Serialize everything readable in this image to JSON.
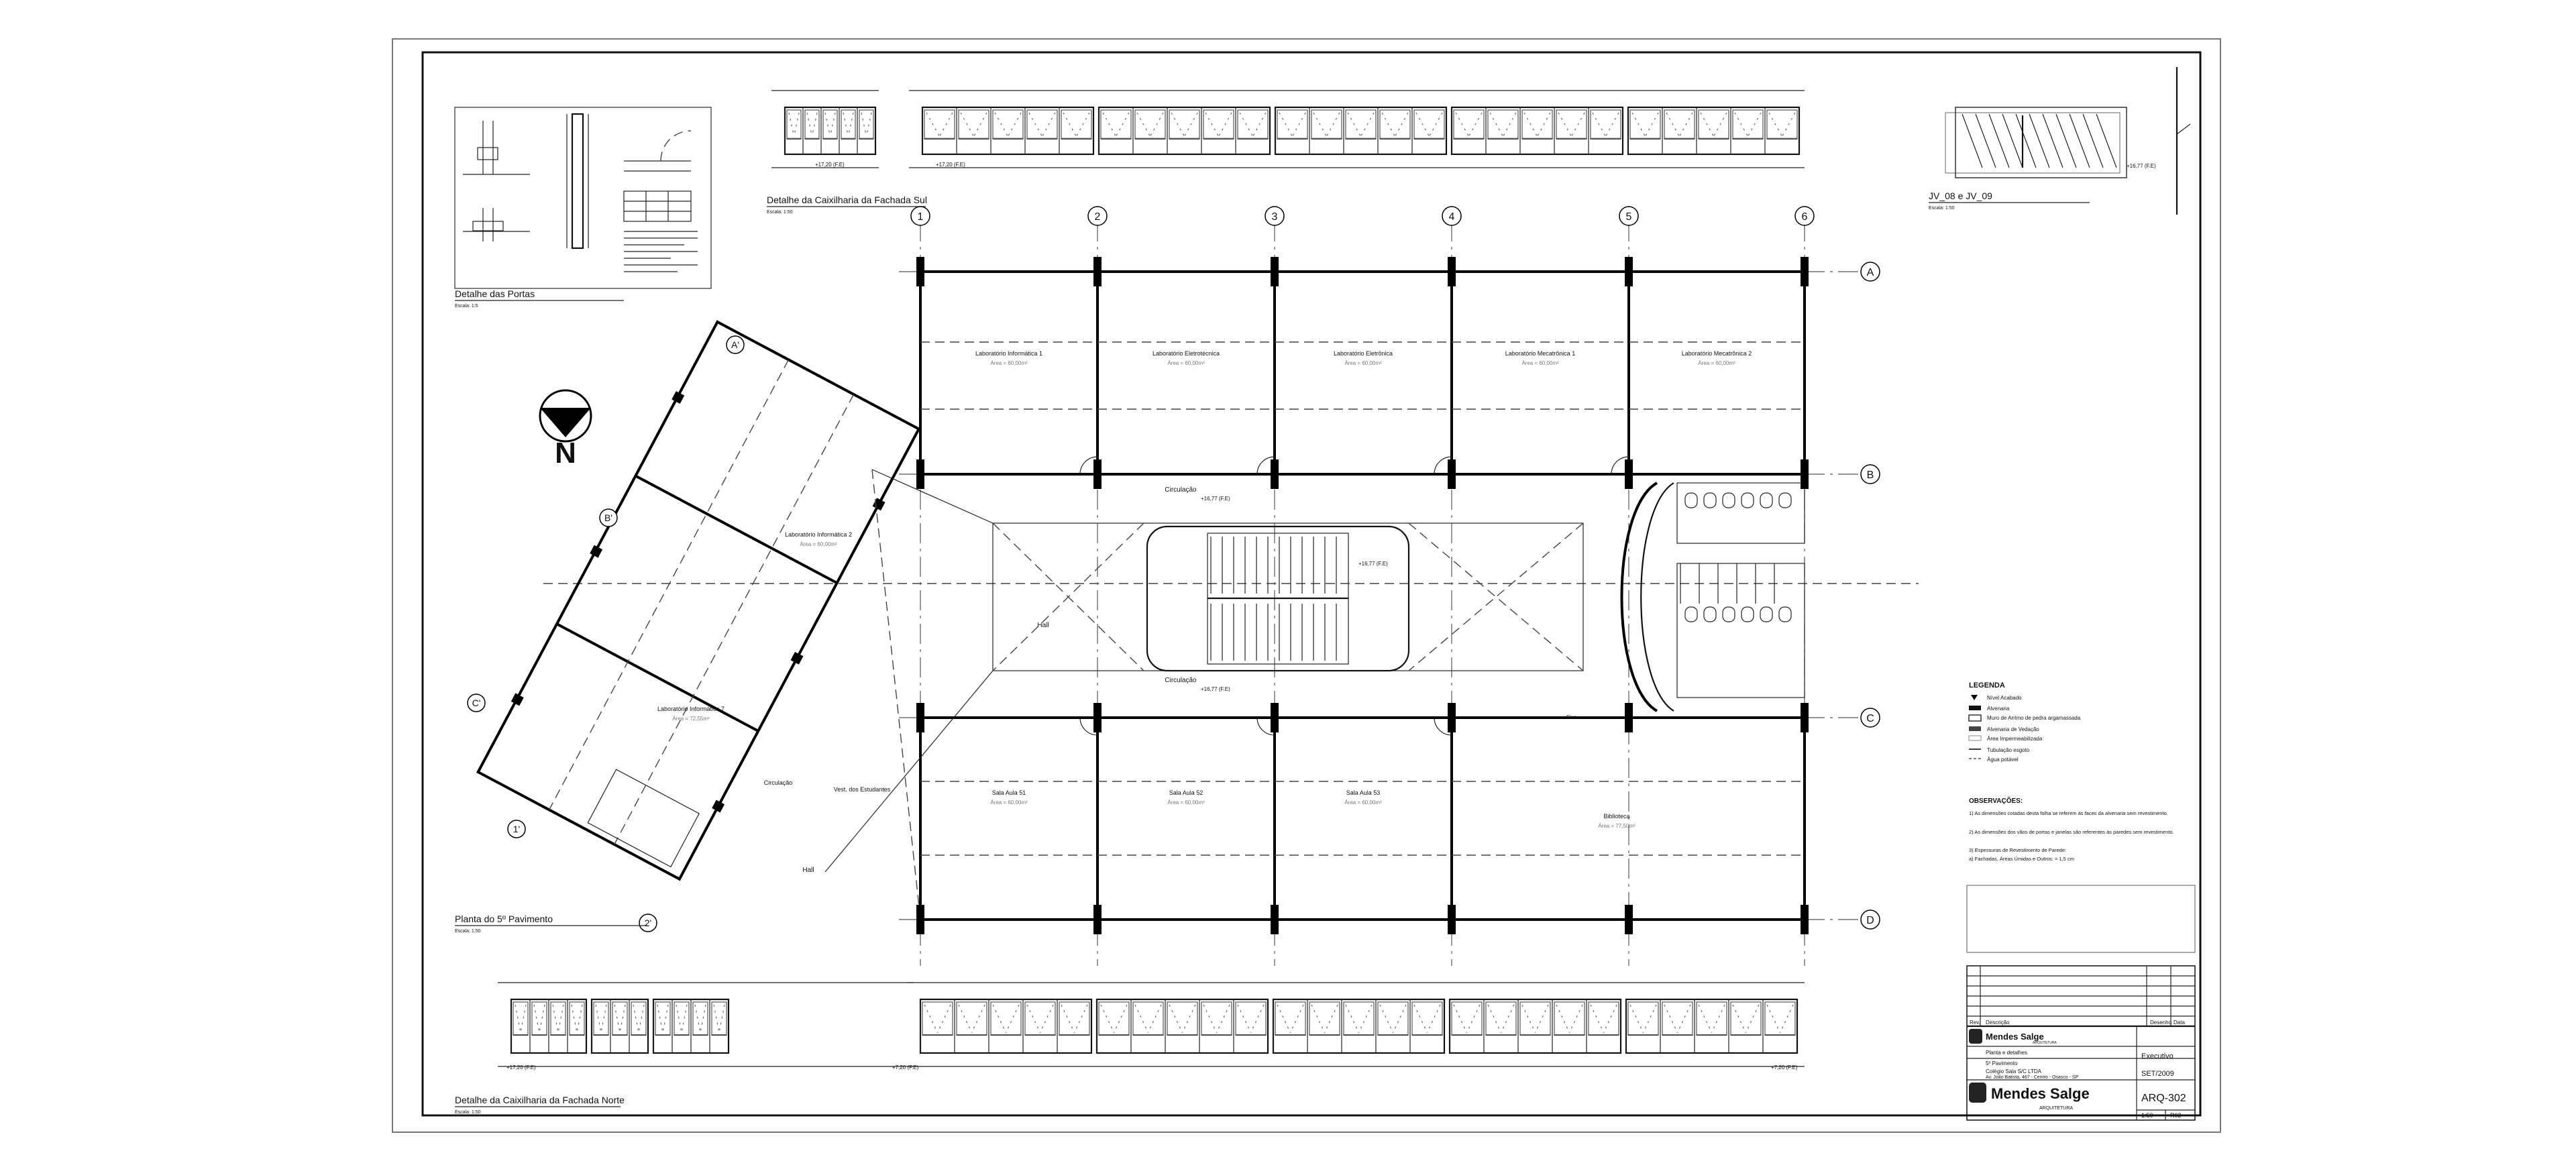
{
  "grid": {
    "columns": [
      "1",
      "2",
      "3",
      "4",
      "5",
      "6"
    ],
    "rows": [
      "A",
      "B",
      "C",
      "D"
    ],
    "diag": [
      "A'",
      "B'",
      "C'",
      "1'",
      "2'"
    ]
  },
  "north": "N",
  "titles": {
    "plan": "Planta do 5º Pavimento",
    "plan_scale": "Escala: 1:50",
    "south_frame": "Detalhe da Caixilharia da Fachada Sul",
    "south_scale": "Escala: 1:50",
    "north_frame": "Detalhe da Caixilharia da Fachada Norte",
    "north_scale": "Escala: 1:50",
    "doors": "Detalhe das Portas",
    "doors_scale": "Escala: 1:5",
    "jv": "JV_08 e JV_09",
    "jv_scale": "Escala: 1:50"
  },
  "rooms": [
    {
      "name": "Laboratório Informática 1",
      "area": "Área = 60,00m²"
    },
    {
      "name": "Laboratório Eletrotécnica",
      "area": "Área = 60,00m²"
    },
    {
      "name": "Laboratório Eletrônica",
      "area": "Área = 60,00m²"
    },
    {
      "name": "Laboratório Mecatrônica 1",
      "area": "Área = 60,00m²"
    },
    {
      "name": "Laboratório Mecatrônica 2",
      "area": "Área = 60,00m²"
    },
    {
      "name": "Laboratório Informática 2",
      "area": "Área = 60,00m²"
    },
    {
      "name": "Laboratório Informática 7",
      "area": "Área = 72,55m²"
    },
    {
      "name": "Sala Aula 51",
      "area": "Área = 60,00m²"
    },
    {
      "name": "Sala Aula 52",
      "area": "Área = 60,00m²"
    },
    {
      "name": "Sala Aula 53",
      "area": "Área = 60,00m²"
    },
    {
      "name": "Biblioteca",
      "area": "Área = 77,50m²"
    }
  ],
  "labels": {
    "circ_top": "Circulação",
    "circ_bottom": "Circulação",
    "hall": "Hall",
    "hall2": "Hall",
    "vest": "Vest. dos Estudantes",
    "circ_side": "Circulação",
    "lev_top": "+16,77 (F.E)",
    "lev_bottom": "+16,77 (F.E)",
    "lev_stair": "+16,77 (F.E)",
    "lev_south": "+17,20 (F.E)",
    "lev_north_a": "+17,20 (F.E)",
    "lev_north_b": "+7,20 (F.E)",
    "lev_jv": "+16,77 (F.E)",
    "fixo": "Fixo"
  },
  "legend": {
    "title": "LEGENDA",
    "items": [
      "Nível Acabado",
      "Alvenaria",
      "Muro de Arrimo de pedra argamassada",
      "Alvenaria de Vedação",
      "Área Impermeabilizada",
      "Tubulação esgoto",
      "Água potável"
    ]
  },
  "notes": {
    "title": "OBSERVAÇÕES:",
    "items": [
      "1) As dimensões cotadas desta folha se referem às faces da alvenaria sem revestimento.",
      "2) As dimensões dos vãos de portas e janelas são referentes às paredes sem revestimento.",
      "3) Espessuras de Revestimento de Parede:",
      "a) Fachadas, Áreas Úmidas e Outros: = 1,5 cm"
    ]
  },
  "title_block": {
    "rev_header": [
      "Rev.",
      "Descrição",
      "Desenho",
      "Data"
    ],
    "firm": "Mendes Salge",
    "firm_sub": "ARQUITETURA",
    "folha": "Planta e detalhes",
    "pavimento": "5º Pavimento",
    "fase": "Executivo",
    "cliente": "Colégio Sala S/C LTDA",
    "endereco": "Av. João Batista, 467 - Centro - Osasco - SP",
    "data": "SET/2009",
    "codigo": "ARQ-302",
    "escala": "1:50",
    "revisao": "R02"
  }
}
